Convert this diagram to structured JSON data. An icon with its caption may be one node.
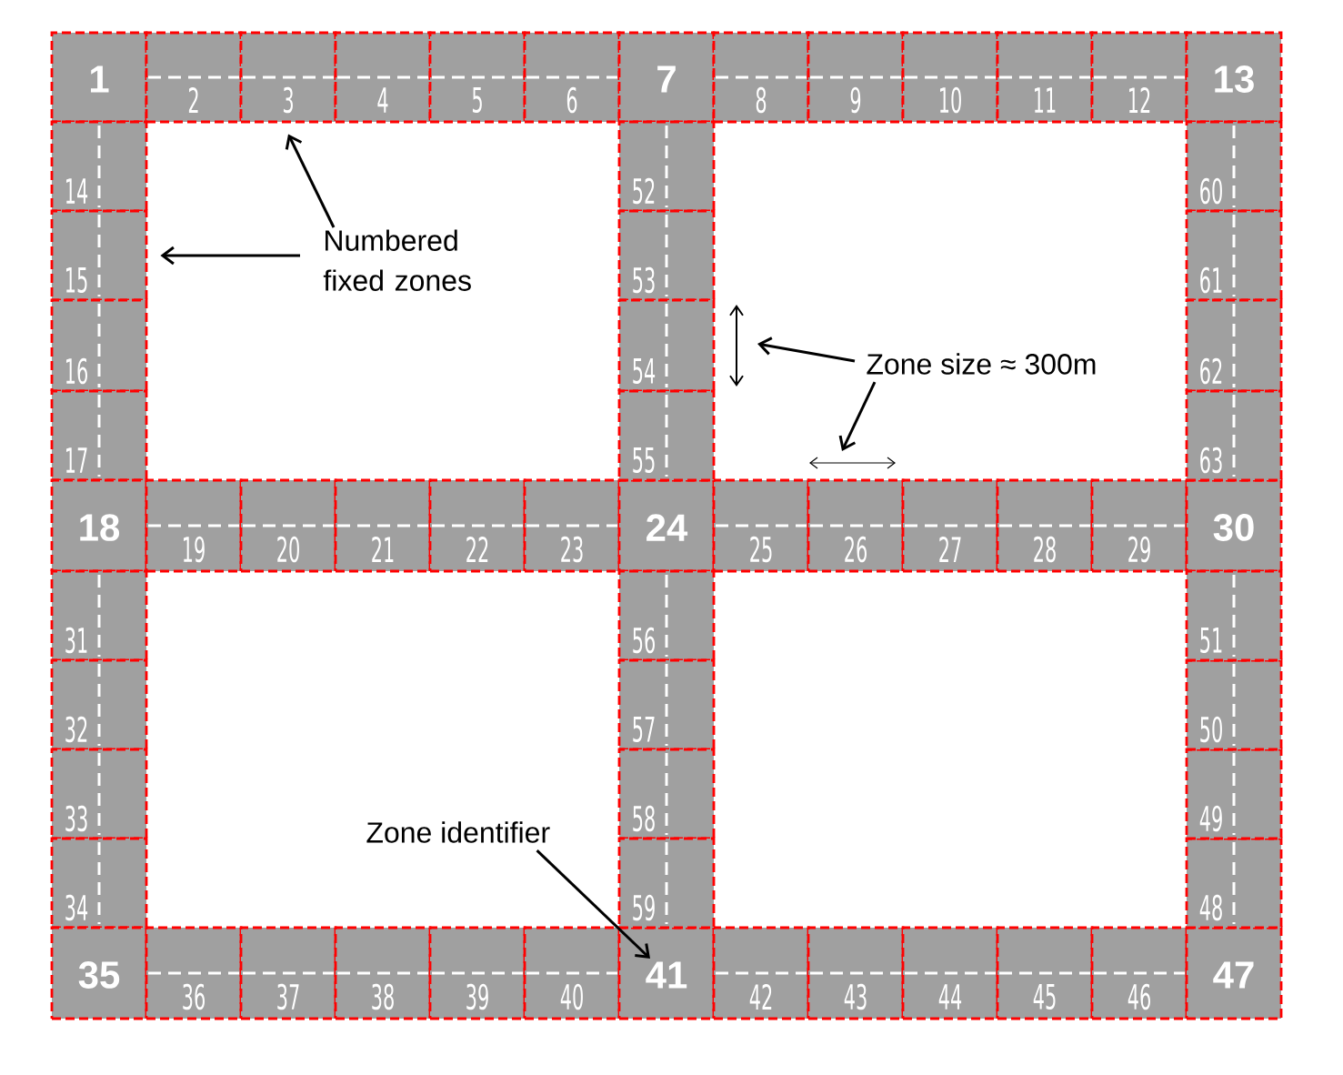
{
  "diagram": {
    "nodes": [
      {
        "text": [
          "1"
        ]
      },
      {
        "text": [
          "2"
        ]
      },
      {
        "text": [
          "3"
        ]
      },
      {
        "text": [
          "4"
        ]
      },
      {
        "text": [
          "5"
        ]
      },
      {
        "text": [
          "6"
        ]
      },
      {
        "text": [
          "7"
        ]
      },
      {
        "text": [
          "8"
        ]
      },
      {
        "text": [
          "9"
        ]
      },
      {
        "text": [
          "10"
        ]
      },
      {
        "text": [
          "11"
        ]
      },
      {
        "text": [
          "12"
        ]
      },
      {
        "text": [
          "13"
        ]
      },
      {
        "text": [
          "14"
        ]
      },
      {
        "text": [
          "15"
        ]
      },
      {
        "text": [
          "16"
        ]
      },
      {
        "text": [
          "17"
        ]
      },
      {
        "text": [
          "18"
        ]
      },
      {
        "text": [
          "19"
        ]
      },
      {
        "text": [
          "20"
        ]
      },
      {
        "text": [
          "21"
        ]
      },
      {
        "text": [
          "22"
        ]
      },
      {
        "text": [
          "23"
        ]
      },
      {
        "text": [
          "24"
        ]
      },
      {
        "text": [
          "25"
        ]
      },
      {
        "text": [
          "26"
        ]
      },
      {
        "text": [
          "27"
        ]
      },
      {
        "text": [
          "28"
        ]
      },
      {
        "text": [
          "29"
        ]
      },
      {
        "text": [
          "30"
        ]
      },
      {
        "text": [
          "31"
        ]
      },
      {
        "text": [
          "32"
        ]
      },
      {
        "text": [
          "33"
        ]
      },
      {
        "text": [
          "34"
        ]
      },
      {
        "text": [
          "35"
        ]
      },
      {
        "text": [
          "36"
        ]
      },
      {
        "text": [
          "37"
        ]
      },
      {
        "text": [
          "38"
        ]
      },
      {
        "text": [
          "39"
        ]
      },
      {
        "text": [
          "40"
        ]
      },
      {
        "text": [
          "41"
        ]
      },
      {
        "text": [
          "42"
        ]
      },
      {
        "text": [
          "43"
        ]
      },
      {
        "text": [
          "44"
        ]
      },
      {
        "text": [
          "45"
        ]
      },
      {
        "text": [
          "46"
        ]
      },
      {
        "text": [
          "47"
        ]
      },
      {
        "text": [
          "48"
        ]
      },
      {
        "text": [
          "49"
        ]
      },
      {
        "text": [
          "50"
        ]
      },
      {
        "text": [
          "51"
        ]
      },
      {
        "text": [
          "52"
        ]
      },
      {
        "text": [
          "53"
        ]
      },
      {
        "text": [
          "54"
        ]
      },
      {
        "text": [
          "55"
        ]
      },
      {
        "text": [
          "56"
        ]
      },
      {
        "text": [
          "57"
        ]
      },
      {
        "text": [
          "58"
        ]
      },
      {
        "text": [
          "59"
        ]
      },
      {
        "text": [
          "60"
        ]
      },
      {
        "text": [
          "61"
        ]
      },
      {
        "text": [
          "62"
        ]
      },
      {
        "text": [
          "63"
        ]
      },
      {
        "text": [
          "Numbered fixed zones"
        ]
      },
      {
        "text": [
          "Zone size ≈ 300m"
        ]
      },
      {
        "text": [
          "Zone identifier"
        ]
      }
    ],
    "edges": [
      {
        "from": 63,
        "to": 2,
        "arrow": "to"
      },
      {
        "from": 63,
        "to": 14,
        "arrow": "to"
      },
      {
        "from": 64,
        "to": null,
        "arrow": "to"
      },
      {
        "from": 64,
        "to": null,
        "arrow": "to"
      },
      {
        "from": 65,
        "to": 40,
        "arrow": "to"
      }
    ]
  }
}
